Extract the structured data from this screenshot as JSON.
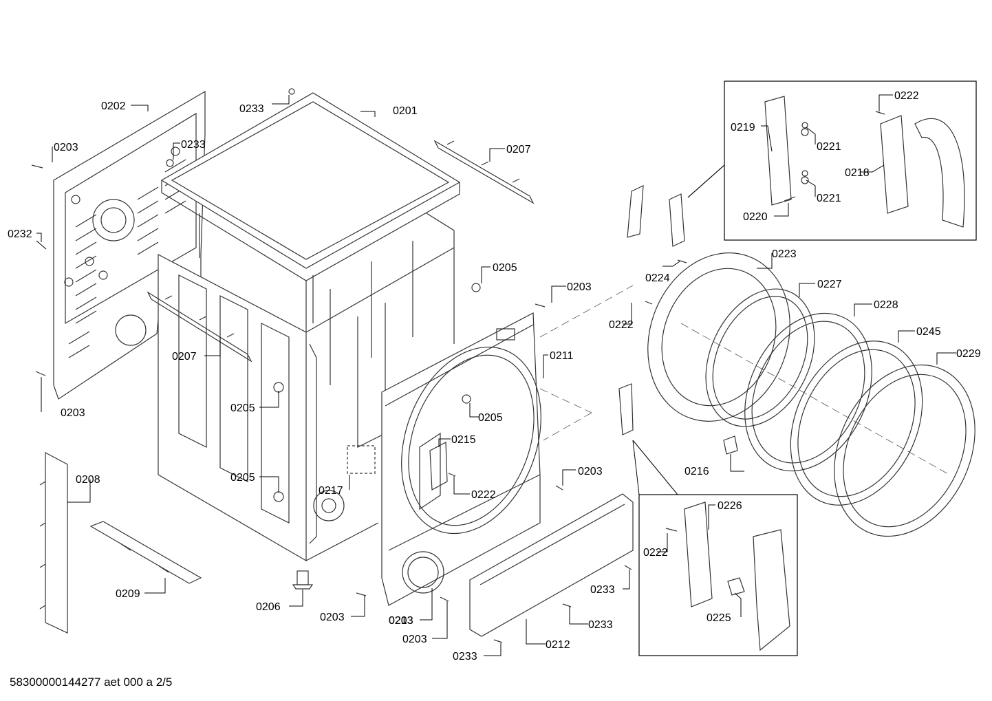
{
  "labels": [
    "0201",
    "0202",
    "0203",
    "0203",
    "0203",
    "0203",
    "0203",
    "0203",
    "0203",
    "0205",
    "0205",
    "0205",
    "0205",
    "0206",
    "0207",
    "0207",
    "0208",
    "0209",
    "0211",
    "0212",
    "0213",
    "0215",
    "0216",
    "0217",
    "0218",
    "0219",
    "0220",
    "0221",
    "0221",
    "0222",
    "0222",
    "0222",
    "0222",
    "0223",
    "0224",
    "0225",
    "0226",
    "0227",
    "0228",
    "0229",
    "0232",
    "0233",
    "0233",
    "0233",
    "0233",
    "0233",
    "0245"
  ],
  "footer": {
    "code": "58300000144277 aet 000 a 2/5"
  }
}
